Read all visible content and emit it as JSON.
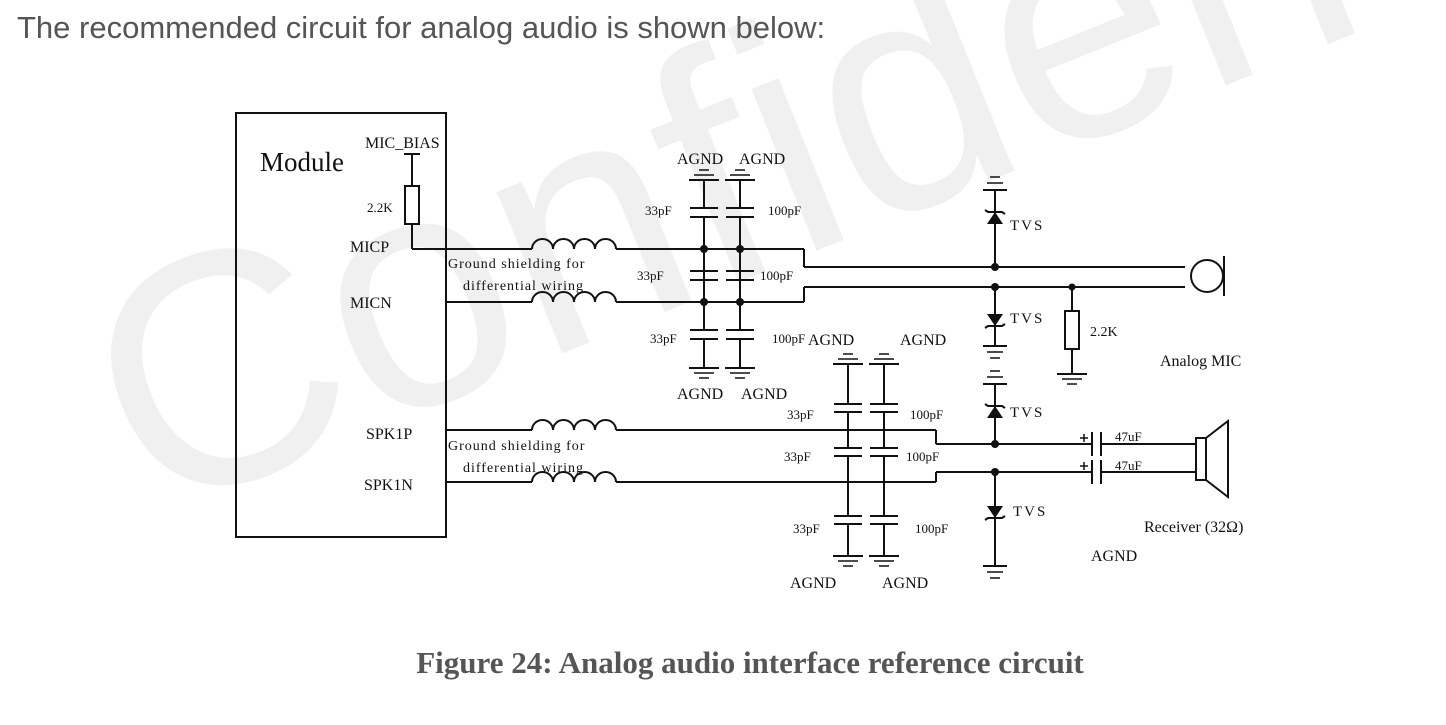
{
  "intro_text": "The recommended circuit for analog audio is shown below:",
  "watermark": "Confiden",
  "caption": "Figure 24: Analog audio interface reference circuit",
  "module": {
    "title": "Module",
    "pins": {
      "mic_bias": "MIC_BIAS",
      "micp": "MICP",
      "micn": "MICN",
      "spk1p": "SPK1P",
      "spk1n": "SPK1N"
    },
    "bias_resistor": "2.2K"
  },
  "notes": {
    "shield_1a": "Ground shielding for",
    "shield_1b": "differential wiring",
    "shield_2a": "Ground shielding for",
    "shield_2b": "differential wiring"
  },
  "mic_filter": {
    "agnd_top_left": "AGND",
    "agnd_top_right": "AGND",
    "agnd_bot_left": "AGND",
    "agnd_bot_right": "AGND",
    "c_top_left": "33pF",
    "c_top_right": "100pF",
    "c_mid_left": "33pF",
    "c_mid_right": "100pF",
    "c_bot_left": "33pF",
    "c_bot_right": "100pF"
  },
  "spk_filter": {
    "agnd_top_left": "AGND",
    "agnd_top_right": "AGND",
    "agnd_bot_left": "AGND",
    "agnd_bot_right": "AGND",
    "c_top_left": "33pF",
    "c_top_right": "100pF",
    "c_mid_left": "33pF",
    "c_mid_right": "100pF",
    "c_bot_left": "33pF",
    "c_bot_right": "100pF"
  },
  "protection": {
    "tvs": "TVS"
  },
  "mic_side": {
    "resistor": "2.2K",
    "label": "Analog MIC"
  },
  "receiver_side": {
    "cap_top": "47uF",
    "cap_bot": "47uF",
    "label": "Receiver (32Ω)",
    "agnd": "AGND"
  }
}
